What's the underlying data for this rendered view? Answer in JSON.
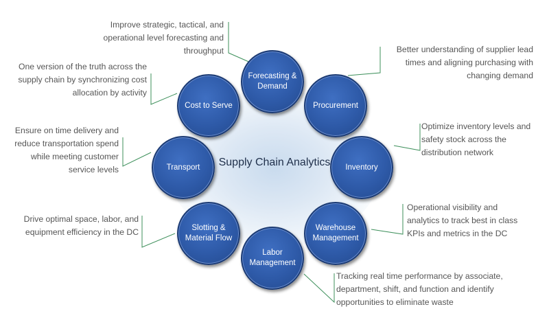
{
  "center": {
    "title": "Supply Chain Analytics"
  },
  "nodes": [
    {
      "id": "forecasting",
      "label": "Forecasting & Demand",
      "callout": "Improve strategic, tactical, and operational level forecasting and throughput"
    },
    {
      "id": "procurement",
      "label": "Procurement",
      "callout": "Better understanding of supplier lead times and aligning purchasing with changing demand"
    },
    {
      "id": "inventory",
      "label": "Inventory",
      "callout": "Optimize inventory levels and safety stock across the distribution network"
    },
    {
      "id": "warehouse",
      "label": "Warehouse Management",
      "callout": "Operational visibility and analytics to track best in class KPIs and metrics in the DC"
    },
    {
      "id": "labor",
      "label": "Labor Management",
      "callout": "Tracking real time performance by associate, department, shift, and function and identify opportunities to eliminate waste"
    },
    {
      "id": "slotting",
      "label": "Slotting & Material Flow",
      "callout": "Drive optimal space, labor, and equipment efficiency in the DC"
    },
    {
      "id": "transport",
      "label": "Transport",
      "callout": "Ensure on time delivery and reduce transportation spend while meeting customer service levels"
    },
    {
      "id": "cost",
      "label": "Cost to Serve",
      "callout": "One version of the truth across the supply chain by synchronizing cost allocation by activity"
    }
  ],
  "colors": {
    "node_fill": "#2e5aa8",
    "node_border": "#1c3b74",
    "connector": "#3c8f5a",
    "text": "#555555",
    "center_text": "#1f2f4a"
  }
}
